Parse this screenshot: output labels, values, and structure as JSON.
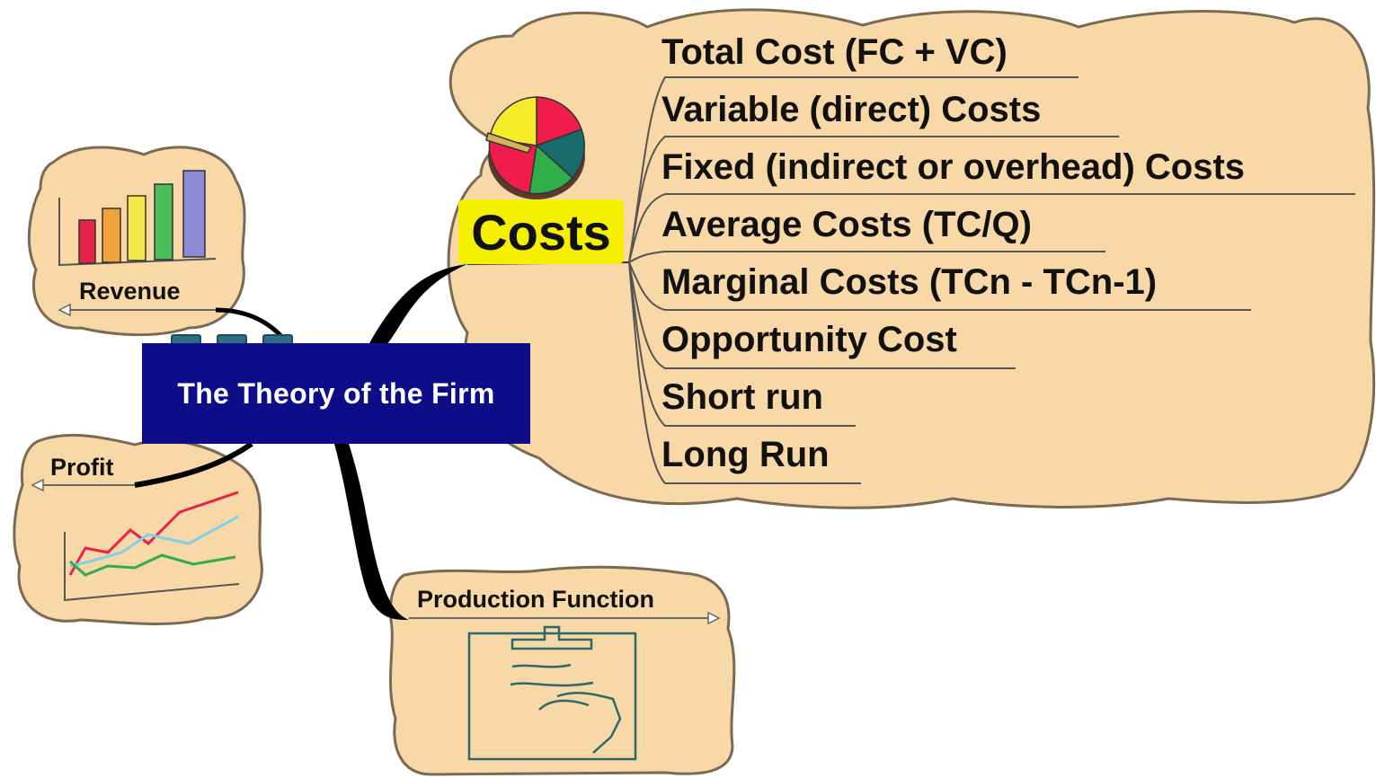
{
  "central_topic": {
    "title": "The Theory of the Firm",
    "color": "#0d0d8a"
  },
  "colors": {
    "bubble_fill": "#f7d8a6",
    "bubble_stroke": "#7a6a52",
    "highlight": "#f5f000"
  },
  "branches": {
    "revenue": {
      "title": "Revenue",
      "icon": "bar-chart-icon"
    },
    "profit": {
      "title": "Profit",
      "icon": "line-chart-icon"
    },
    "production": {
      "title": "Production Function",
      "icon": "clipboard-icon"
    },
    "costs": {
      "title": "Costs",
      "icon": "pie-chart-icon",
      "items": [
        "Total Cost (FC + VC)",
        "Variable (direct) Costs",
        "Fixed (indirect or overhead) Costs",
        "Average Costs (TC/Q)",
        "Marginal Costs (TCn - TCn-1)",
        "Opportunity Cost",
        "Short run",
        "Long Run"
      ]
    }
  }
}
